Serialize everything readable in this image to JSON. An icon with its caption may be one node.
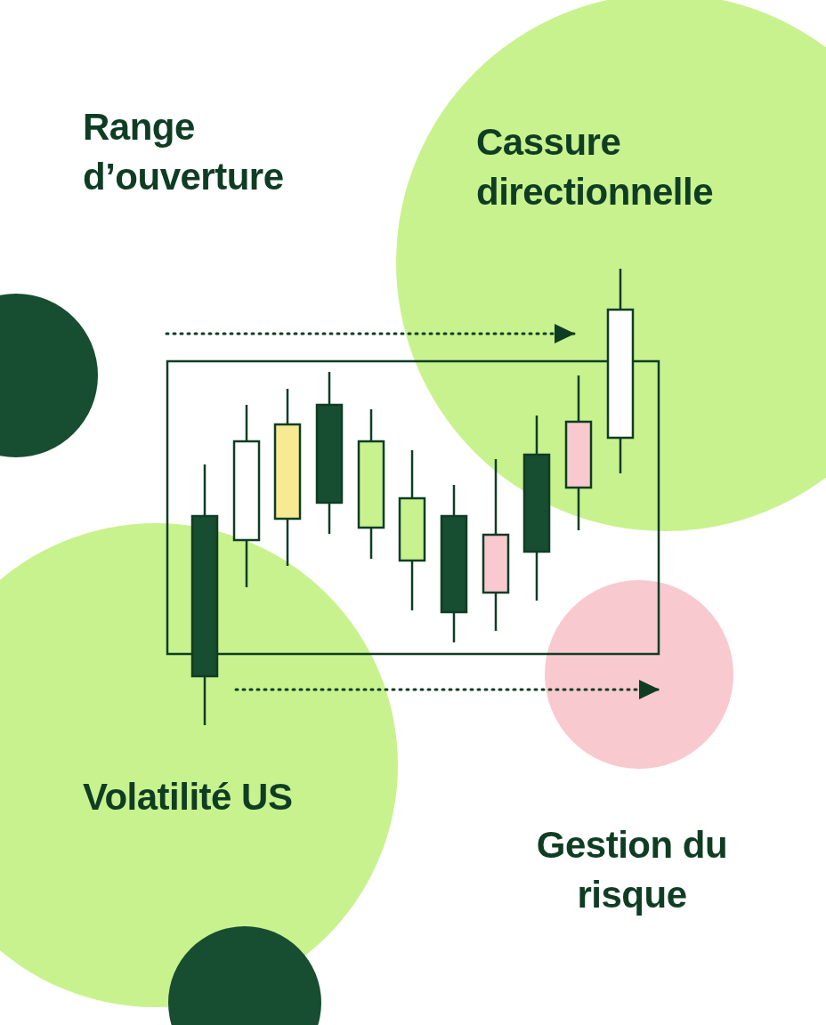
{
  "diagram": {
    "labels": [
      "Range d’ouverture",
      "Cassure directionnelle",
      "Volatilité US",
      "Gestion du risque"
    ]
  }
}
